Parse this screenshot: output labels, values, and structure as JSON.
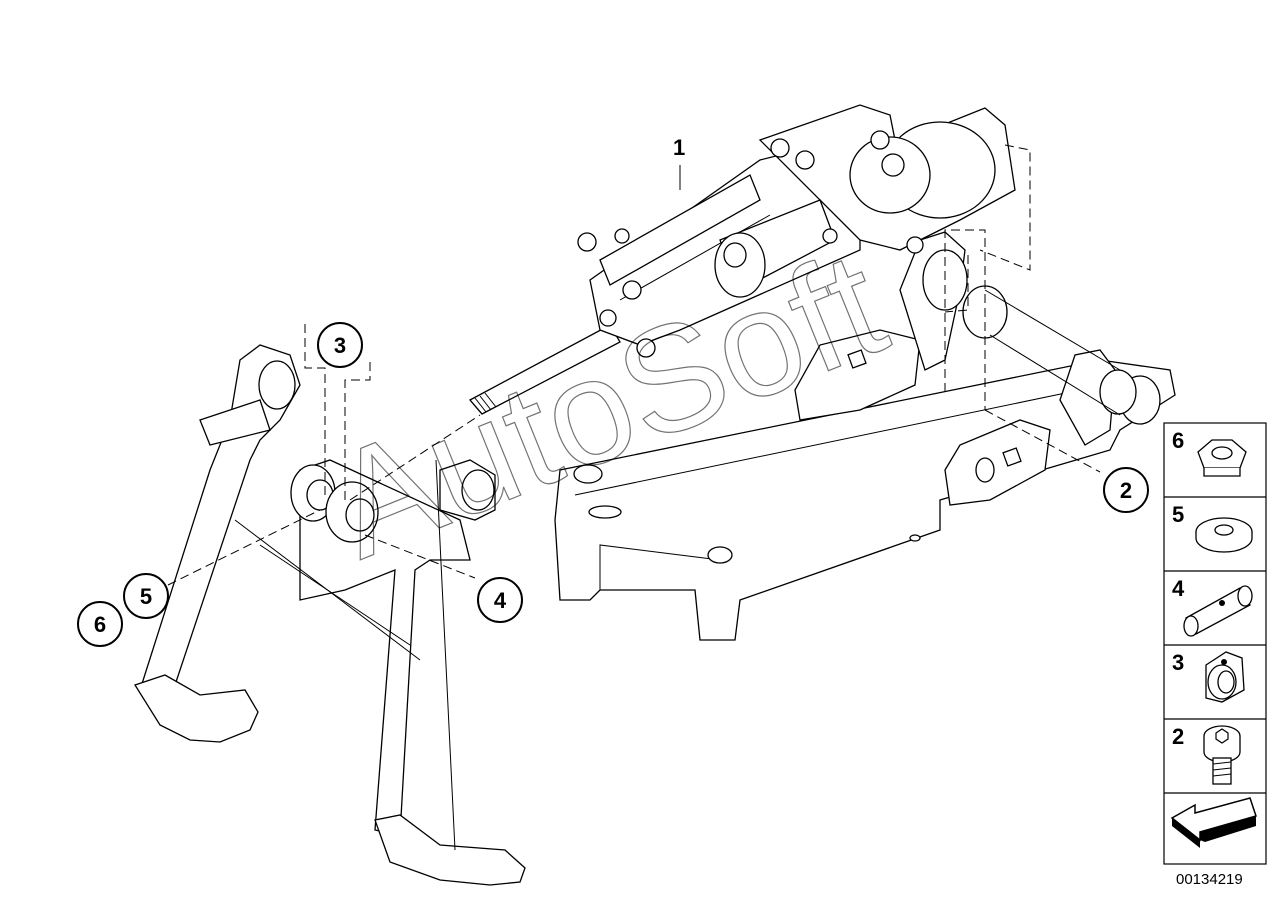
{
  "watermark": "AutoSoft",
  "diagram_id": "00134219",
  "callouts": [
    {
      "id": "c1",
      "label": "1"
    },
    {
      "id": "c2",
      "label": "2"
    },
    {
      "id": "c3",
      "label": "3"
    },
    {
      "id": "c4",
      "label": "4"
    },
    {
      "id": "c5",
      "label": "5"
    },
    {
      "id": "c6",
      "label": "6"
    }
  ],
  "parts_list": [
    {
      "label": "6",
      "icon": "hex-nut-icon"
    },
    {
      "label": "5",
      "icon": "washer-icon"
    },
    {
      "label": "4",
      "icon": "bushing-sleeve-icon"
    },
    {
      "label": "3",
      "icon": "spacer-ring-icon"
    },
    {
      "label": "2",
      "icon": "hex-socket-bolt-icon"
    }
  ],
  "nav_icon": "arrow-back-icon"
}
